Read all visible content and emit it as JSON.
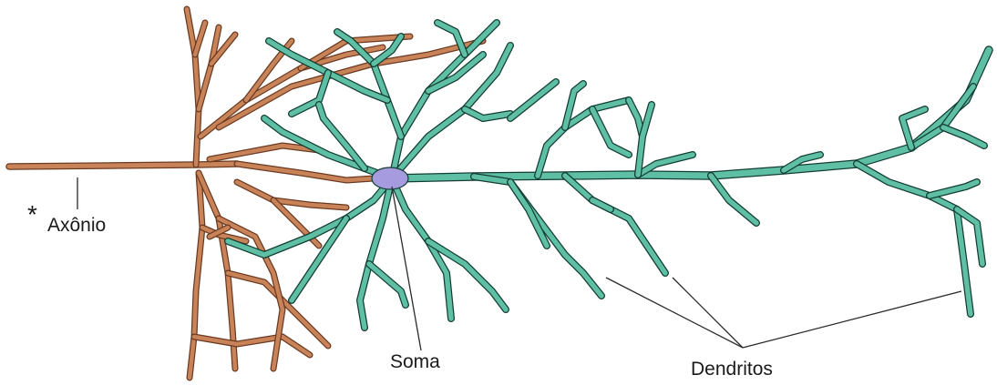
{
  "labels": {
    "axon": "Axônio",
    "asterisk": "*",
    "soma": "Soma",
    "dendrites": "Dendritos"
  },
  "colors": {
    "axon_fill": "#c98358",
    "axon_stroke": "#6b3a22",
    "dendrite_fill": "#5fbfa5",
    "dendrite_stroke": "#123d33",
    "soma_fill": "#a79be0",
    "leader_line": "#2a2a2a"
  }
}
